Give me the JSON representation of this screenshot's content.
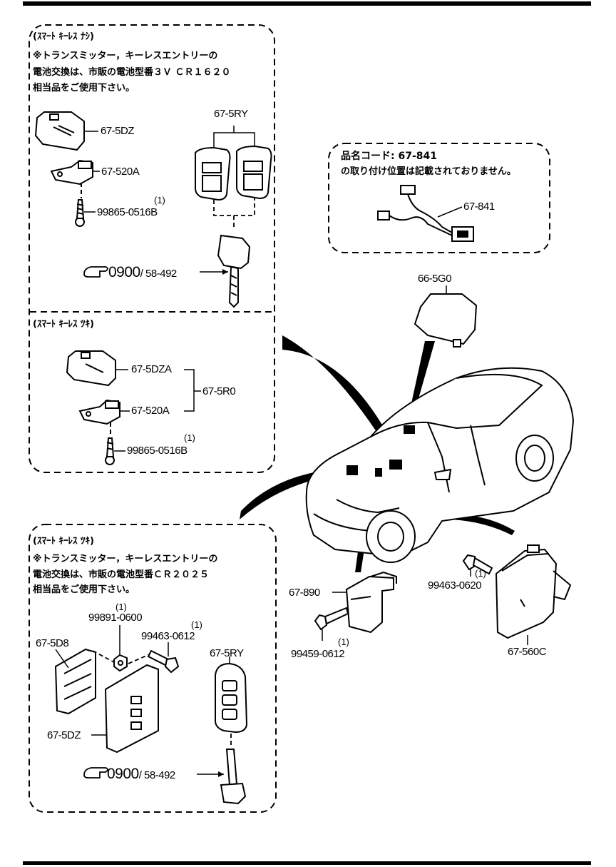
{
  "box1": {
    "heading": "(ｽﾏｰﾄ ｷｰﾚｽ ﾅｼ)",
    "note_lines": [
      "※トランスミッター，キーレスエントリーの",
      "電池交換は、市販の電池型番３Ｖ ＣＲ１６２０",
      "相当品をご使用下さい。"
    ],
    "parts": [
      "67-5DZ",
      "67-520A",
      "99865-0516B",
      "67-5RY"
    ],
    "qty": "(1)",
    "ref_main": "0900",
    "ref_sub": "/ 58-492"
  },
  "box2": {
    "heading": "(ｽﾏｰﾄ ｷｰﾚｽ ﾂｷ)",
    "parts": [
      "67-5DZA",
      "67-520A",
      "67-5R0",
      "99865-0516B"
    ],
    "qty": "(1)"
  },
  "box3": {
    "heading": "(ｽﾏｰﾄ ｷｰﾚｽ ﾂｷ)",
    "note_lines": [
      "※トランスミッター，キーレスエントリーの",
      "電池交換は、市販の電池型番ＣＲ２０２５",
      "相当品をご使用下さい。"
    ],
    "parts": [
      "99891-0600",
      "99463-0612",
      "67-5D8",
      "67-5RY",
      "67-5DZ"
    ],
    "qty": "(1)",
    "ref_main": "0900",
    "ref_sub": "/ 58-492"
  },
  "box4": {
    "line1": "品名コード: 67-841",
    "line2": "の取り付け位置は記載されておりません。",
    "part": "67-841"
  },
  "main": {
    "parts": [
      "66-5G0",
      "67-890",
      "99459-0612",
      "99463-0620",
      "67-560C"
    ],
    "qty": "(1)"
  }
}
